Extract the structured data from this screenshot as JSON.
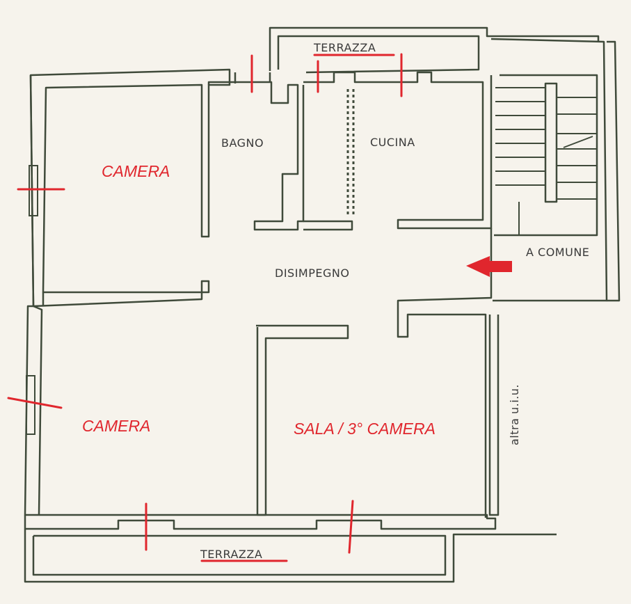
{
  "colors": {
    "paper": "#f6f3ec",
    "wall": "#3f4a3a",
    "wall_fill": "#f1efe6",
    "annotation": "#e0262d",
    "print_text": "#3a3a3a"
  },
  "labels": {
    "terrace_top": "TERRAZZA",
    "terrace_bottom": "TERRAZZA",
    "bathroom": "BAGNO",
    "kitchen": "CUCINA",
    "hallway": "DISIMPEGNO",
    "common_area": "A COMUNE",
    "other_unit": "altra u.i.u.",
    "bedroom_top": "CAMERA",
    "bedroom_bottom": "CAMERA",
    "living_room": "SALA / 3° CAMERA"
  },
  "icons": {
    "entrance": "arrow-left-icon"
  }
}
